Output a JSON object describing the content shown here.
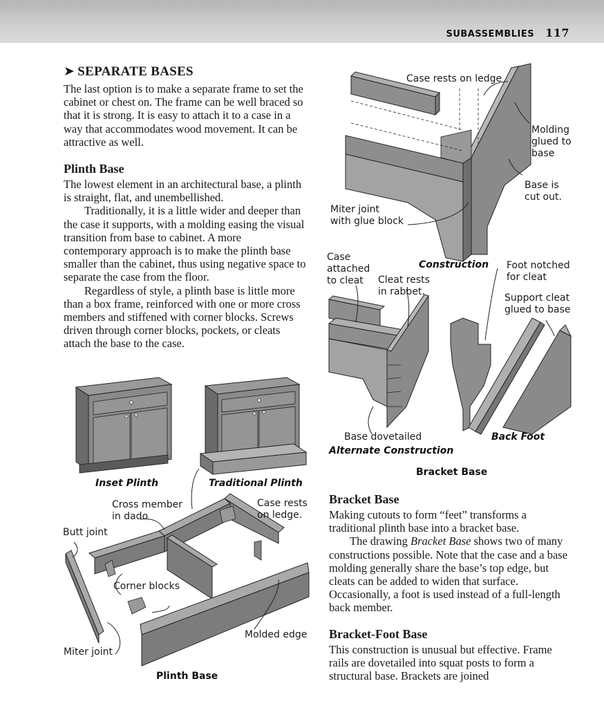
{
  "header": {
    "running_head": "SUBASSEMBLIES",
    "page_number": "117"
  },
  "section": {
    "title": "SEPARATE BASES",
    "intro": "The last option is to make a separate frame to set the cabinet or chest on. The frame can be well braced so that it is strong. It is easy to attach it to a case in a way that accommodates wood movement. It can be attractive as well."
  },
  "plinth": {
    "heading": "Plinth Base",
    "p1": "The lowest element in an architectural base, a plinth is straight, flat, and unembellished.",
    "p2": "Traditionally, it is a little wider and deeper than the case it supports, with a molding easing the visual transition from base to cabinet. A more contemporary approach is to make the plinth base smaller than the cabinet, thus using negative space to separate the case from the floor.",
    "p3": "Regardless of style, a plinth base is little more than a box frame, reinforced with one or more cross members and stiffened with corner blocks. Screws driven through corner blocks, pockets, or cleats attach the base to the case."
  },
  "bracket": {
    "heading": "Bracket Base",
    "p1": "Making cutouts to form “feet” transforms a traditional plinth base into a bracket base.",
    "p2_prefix": "The drawing ",
    "p2_ref": "Bracket Base",
    "p2_suffix": " shows two of many constructions possible. Note that the case and a base molding generally share the base’s top edge, but cleats can be added to widen that surface. Occasionally, a foot is used instead of a full-length back member."
  },
  "bracket_foot": {
    "heading": "Bracket-Foot Base",
    "p1": "This construction is unusual but effective. Frame rails are dovetailed into squat posts to form a structural base. Brackets are joined"
  },
  "figure_plinth": {
    "caption_inset": "Inset Plinth",
    "caption_traditional": "Traditional Plinth",
    "title": "Plinth Base",
    "label_cross_member": "Cross member\nin dado",
    "label_case_rests": "Case rests\non ledge.",
    "label_butt_joint": "Butt joint",
    "label_corner_blocks": "Corner blocks",
    "label_molded_edge": "Molded edge",
    "label_miter_joint": "Miter joint"
  },
  "figure_bracket": {
    "label_case_rests_ledge": "Case rests on ledge",
    "label_molding_glued": "Molding\nglued to\nbase",
    "label_base_cut_out": "Base is\ncut out.",
    "label_miter_glue_block": "Miter joint\nwith glue block",
    "caption_construction": "Construction",
    "label_case_attached": "Case\nattached\nto cleat",
    "label_cleat_rests": "Cleat rests\nin rabbet.",
    "label_foot_notched": "Foot notched\nfor cleat",
    "label_support_cleat": "Support cleat\nglued to base",
    "label_base_dovetailed": "Base dovetailed",
    "caption_alternate": "Alternate Construction",
    "caption_back_foot": "Back Foot",
    "title": "Bracket Base"
  }
}
